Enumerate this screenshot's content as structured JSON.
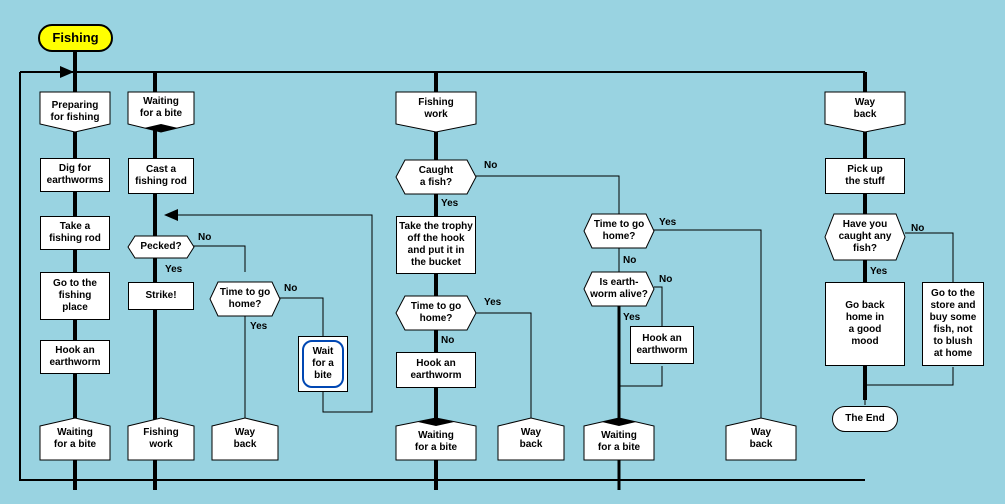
{
  "start": "Fishing",
  "end": "The End",
  "col1": {
    "header": "Preparing\nfor fishing",
    "steps": [
      "Dig for\nearthworms",
      "Take a\nfishing rod",
      "Go to the\nfishing\nplace",
      "Hook an\nearthworm"
    ],
    "footer": "Waiting\nfor a bite"
  },
  "col2": {
    "header": "Waiting\nfor a bite",
    "cast": "Cast a\nfishing rod",
    "pecked": "Pecked?",
    "strike": "Strike!",
    "time_home": "Time to go\nhome?",
    "wait": "Wait\nfor a\nbite",
    "footer_work": "Fishing\nwork",
    "footer_back": "Way\nback"
  },
  "col3": {
    "header": "Fishing\nwork",
    "caught": "Caught\na fish?",
    "trophy": "Take the trophy\noff the hook\nand put it in\nthe bucket",
    "time_home": "Time to go\nhome?",
    "hook": "Hook an\nearthworm",
    "footer_wait": "Waiting\nfor a bite",
    "footer_back": "Way\nback",
    "time_home2": "Time to go\nhome?",
    "alive": "Is earth-\nworm alive?",
    "hook2": "Hook an\nearthworm",
    "footer_wait2": "Waiting\nfor a bite",
    "footer_back2": "Way\nback"
  },
  "col4": {
    "header": "Way\nback",
    "pickup": "Pick up\nthe stuff",
    "caught_any": "Have you\ncaught any\nfish?",
    "good_mood": "Go back\nhome in\na good\nmood",
    "store": "Go to the\nstore and\nbuy some\nfish, not\nto blush\nat home"
  },
  "labels": {
    "yes": "Yes",
    "no": "No"
  }
}
